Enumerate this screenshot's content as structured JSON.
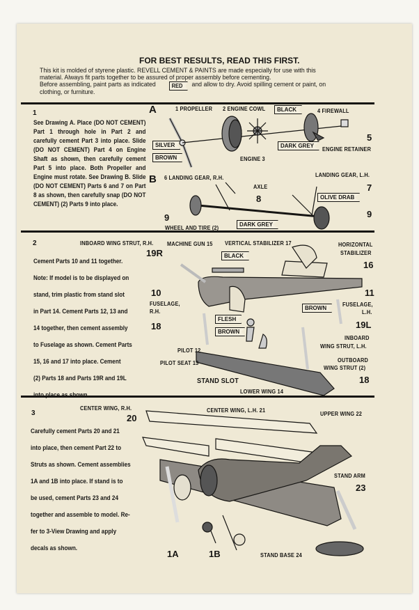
{
  "header": {
    "title": "FOR BEST RESULTS, READ THIS FIRST.",
    "line1": "This kit is molded of styrene plastic. REVELL CEMENT & PAINTS are made especially for use with this",
    "line2": "material. Always fit parts together to be assured of proper assembly before cementing.",
    "line3a": "Before assembling, paint parts as indicated",
    "red_tag": "RED",
    "line3b": "and allow to dry. Avoid spilling cement or paint, on",
    "line4": "clothing, or furniture."
  },
  "step1": {
    "number": "1",
    "text": "See Drawing A. Place (DO NOT CEMENT) Part 1 through hole in Part 2 and carefully cement Part 3 into place. Slide (DO NOT CEMENT) Part 4 on Engine Shaft as shown, then carefully cement Part 5 into place. Both Propeller and Engine must rotate. See Drawing B. Slide (DO NOT CEMENT) Parts 6 and 7 on Part 8 as shown, then carefully snap (DO NOT CEMENT) (2) Parts 9 into place.",
    "drawing_a": "A",
    "drawing_b": "B",
    "labels": {
      "propeller": "1 PROPELLER",
      "engine_cowl": "2 ENGINE COWL",
      "firewall": "4 FIREWALL",
      "part5": "5",
      "engine_retainer": "ENGINE RETAINER",
      "engine": "ENGINE 3",
      "lg_rh": "6 LANDING GEAR, R.H.",
      "lg_lh": "LANDING GEAR, L.H.",
      "part7": "7",
      "axle": "AXLE",
      "part8": "8",
      "part9a": "9",
      "part9b": "9",
      "wheel": "WHEEL AND TIRE (2)"
    },
    "tags": {
      "black": "BLACK",
      "silver": "SILVER",
      "brown": "BROWN",
      "dark_grey": "DARK GREY",
      "olive": "OLIVE DRAB",
      "dark_grey2": "DARK GREY"
    }
  },
  "step2": {
    "number": "2",
    "lines": [
      "Cement Parts 10 and 11 together.",
      "Note: If model is to be displayed on",
      "stand, trim plastic from stand slot",
      "in Part 14. Cement Parts 12, 13 and",
      "14 together, then cement assembly",
      "to Fuselage as shown. Cement Parts",
      "15, 16 and 17 into place. Cement",
      "(2) Parts 18 and Parts 19R and 19L",
      "into place as shown."
    ],
    "labels": {
      "inboard_rh": "INBOARD WING STRUT, R.H.",
      "p19r": "19R",
      "mg": "MACHINE GUN 15",
      "vstab": "VERTICAL STABILIZER 17",
      "hstab1": "HORIZONTAL",
      "hstab2": "STABILIZER",
      "p16": "16",
      "p10": "10",
      "fus_rh1": "FUSELAGE,",
      "fus_rh2": "R.H.",
      "p11": "11",
      "fus_lh1": "FUSELAGE,",
      "fus_lh2": "L.H.",
      "p18a": "18",
      "p19l": "19L",
      "inb_lh1": "INBOARD",
      "inb_lh2": "WING STRUT, L.H.",
      "pilot": "PILOT 12",
      "seat": "PILOT SEAT 13",
      "outb1": "OUTBOARD",
      "outb2": "WING STRUT (2)",
      "p18b": "18",
      "slot": "STAND SLOT",
      "lower": "LOWER WING 14"
    },
    "tags": {
      "black": "BLACK",
      "brown": "BROWN",
      "flesh": "FLESH",
      "brown2": "BROWN"
    }
  },
  "step3": {
    "number": "3",
    "lines": [
      "Carefully cement Parts 20 and 21",
      "into place, then cement Part 22 to",
      "Struts as shown. Cement assemblies",
      "1A and 1B into place. If stand is to",
      "be used, cement Parts 23 and 24",
      "together and assemble to model. Re-",
      "fer to 3-View Drawing and apply",
      "decals as shown."
    ],
    "labels": {
      "cw_rh": "CENTER WING, R.H.",
      "p20": "20",
      "cw_lh": "CENTER WING, L.H. 21",
      "upper": "UPPER WING 22",
      "arm": "STAND ARM",
      "p23": "23",
      "p1a": "1A",
      "p1b": "1B",
      "base": "STAND BASE 24"
    }
  }
}
